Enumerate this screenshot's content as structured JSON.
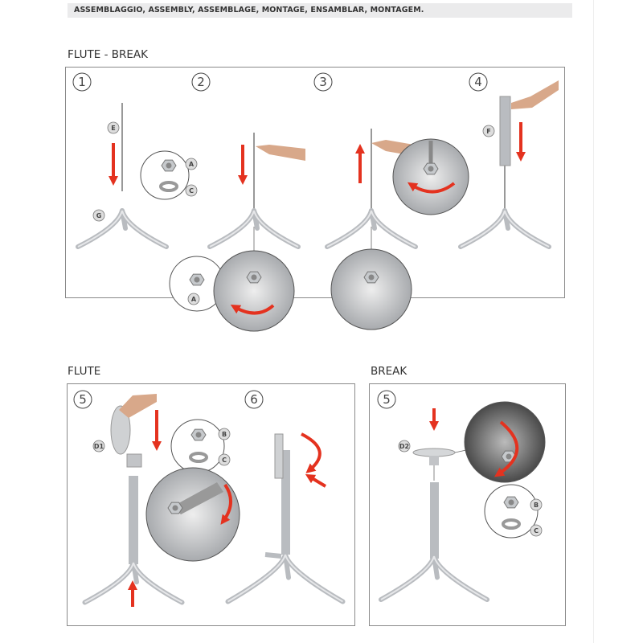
{
  "header": {
    "title": "ASSEMBLAGGIO, ASSEMBLY, ASSEMBLAGE, MONTAGE, ENSAMBLAR, MONTAGEM."
  },
  "sections": {
    "flute_break": {
      "title": "FLUTE - BREAK",
      "steps": [
        "1",
        "2",
        "3",
        "4"
      ]
    },
    "flute": {
      "title": "FLUTE",
      "steps": [
        "5",
        "6"
      ]
    },
    "break": {
      "title": "BREAK",
      "steps": [
        "5"
      ]
    }
  },
  "parts": {
    "A": "A",
    "B": "B",
    "C": "C",
    "E": "E",
    "F": "F",
    "G": "G",
    "D1": "D1",
    "D2": "D2"
  },
  "colors": {
    "arrow": "#e4321f",
    "metal": "#b9bcc0",
    "border": "#8a8a8a"
  }
}
